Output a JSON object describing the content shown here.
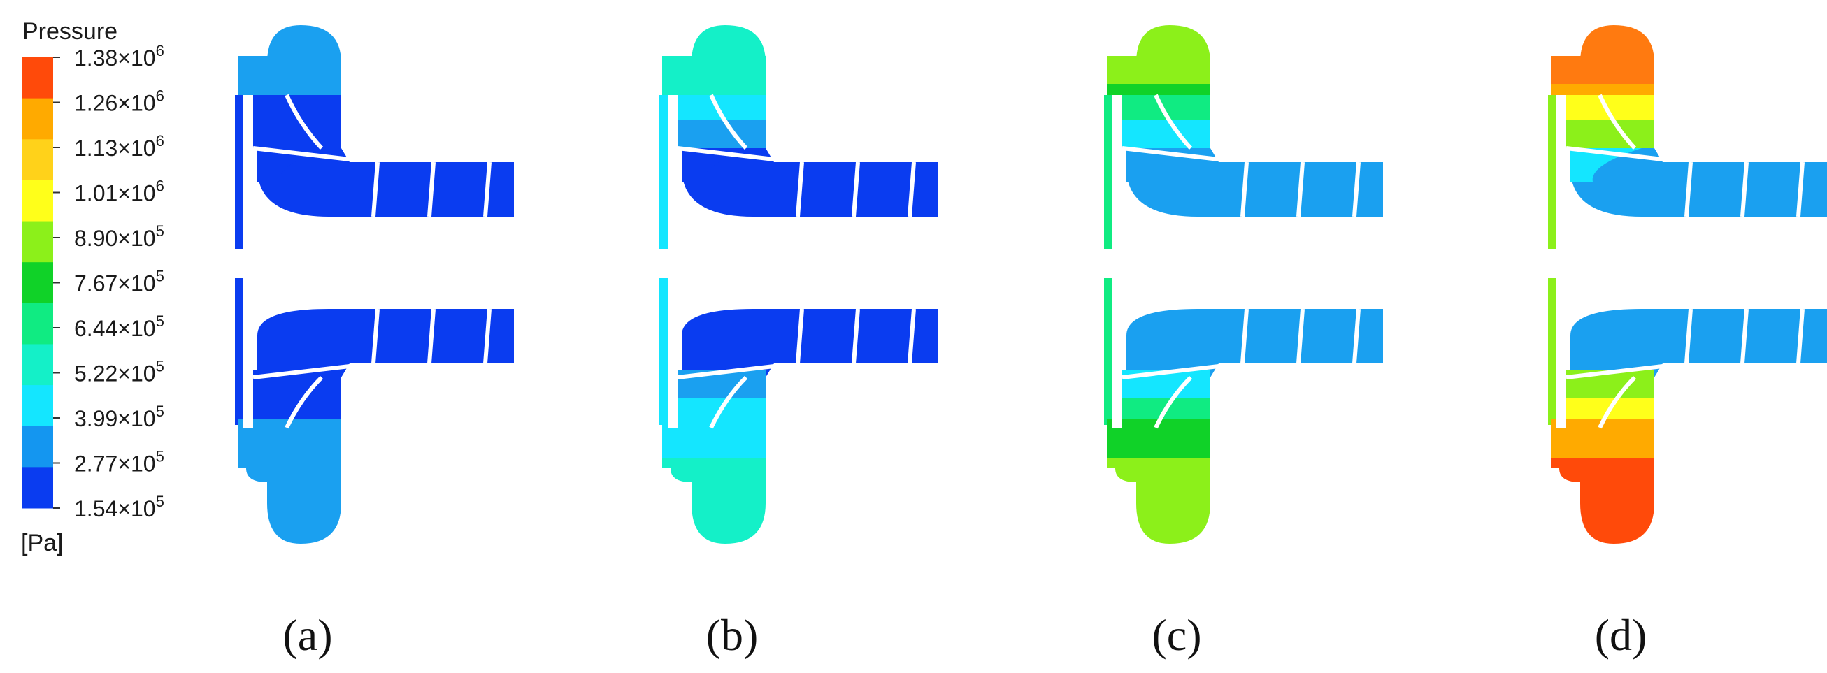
{
  "colorbar": {
    "title": "Pressure",
    "unit": "[Pa]",
    "ticks": [
      {
        "mantissa": "1.38",
        "exp": "6"
      },
      {
        "mantissa": "1.26",
        "exp": "6"
      },
      {
        "mantissa": "1.13",
        "exp": "6"
      },
      {
        "mantissa": "1.01",
        "exp": "6"
      },
      {
        "mantissa": "8.90",
        "exp": "5"
      },
      {
        "mantissa": "7.67",
        "exp": "5"
      },
      {
        "mantissa": "6.44",
        "exp": "5"
      },
      {
        "mantissa": "5.22",
        "exp": "5"
      },
      {
        "mantissa": "3.99",
        "exp": "5"
      },
      {
        "mantissa": "2.77",
        "exp": "5"
      },
      {
        "mantissa": "1.54",
        "exp": "5"
      }
    ],
    "colors_top_to_bottom": [
      "#ff4a0a",
      "#ffaa00",
      "#ffd21a",
      "#ffff1a",
      "#8cf01a",
      "#10d228",
      "#10eb82",
      "#14f0c8",
      "#14e6ff",
      "#1496f0",
      "#0a3cf0"
    ]
  },
  "panels": [
    {
      "label": "(a)",
      "bands": [
        "#1aa0f0",
        "#1aa0f0",
        "#1aa0f0",
        "#1aa0f0"
      ],
      "impeller": [
        "#0a3cf0",
        "#0a3cf0",
        "#0a3cf0"
      ],
      "passage": "#0a3cf0",
      "gap": "#0a3cf0",
      "upper_eye": "#0a3cf0"
    },
    {
      "label": "(b)",
      "bands": [
        "#14f0c8",
        "#14f0c8",
        "#14e6ff",
        "#14f0c8"
      ],
      "impeller": [
        "#14e6ff",
        "#1aa0f0",
        "#0a3cf0"
      ],
      "passage": "#0a3cf0",
      "gap": "#14e6ff",
      "upper_eye": "#14e6ff"
    },
    {
      "label": "(c)",
      "bands": [
        "#8cf01a",
        "#10d228",
        "#10d228",
        "#8cf01a"
      ],
      "impeller": [
        "#10eb82",
        "#14e6ff",
        "#1aa0f0"
      ],
      "passage": "#1aa0f0",
      "gap": "#10eb82",
      "upper_eye": "#10eb82"
    },
    {
      "label": "(d)",
      "bands": [
        "#ff7a10",
        "#ffaa00",
        "#ffaa00",
        "#ff4a0a"
      ],
      "impeller": [
        "#ffff1a",
        "#8cf01a",
        "#14e6ff"
      ],
      "passage": "#1aa0f0",
      "gap": "#8cf01a",
      "upper_eye": "#ffd21a"
    }
  ]
}
